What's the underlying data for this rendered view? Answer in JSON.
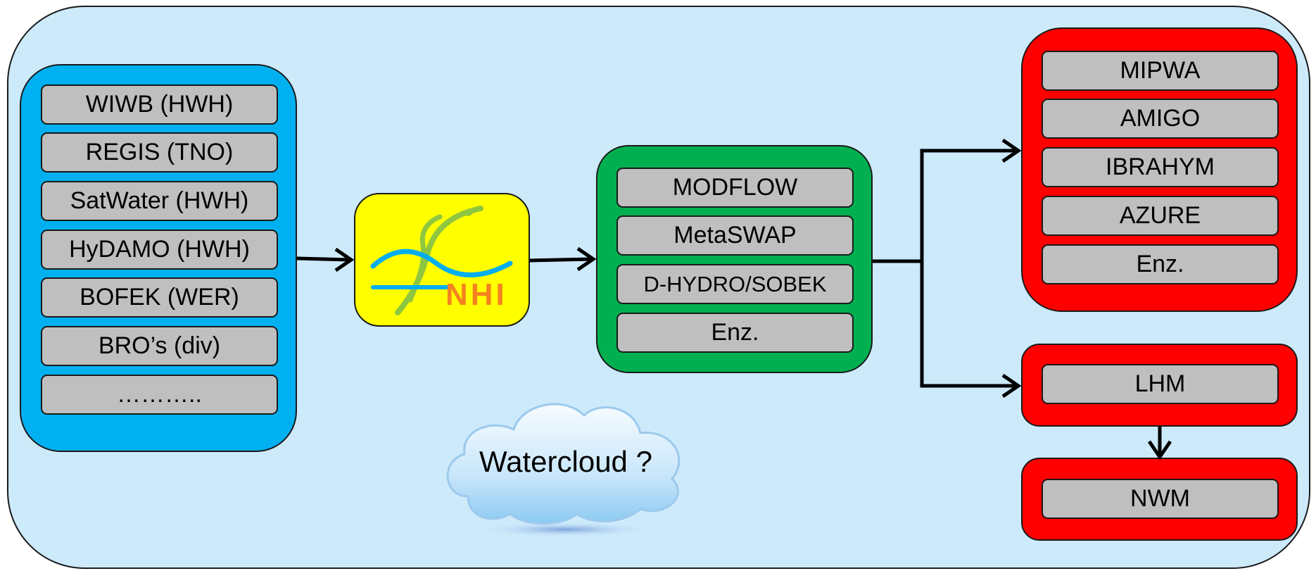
{
  "sources": [
    "WIWB (HWH)",
    "REGIS (TNO)",
    "SatWater  (HWH)",
    "HyDAMO (HWH)",
    "BOFEK  (WER)",
    "BRO’s (div)",
    "……….."
  ],
  "logo": {
    "text": "NHI"
  },
  "models": [
    "MODFLOW",
    "MetaSWAP",
    "D-HYDRO/SOBEK",
    "Enz."
  ],
  "applications": [
    "MIPWA",
    "AMIGO",
    "IBRAHYM",
    "AZURE",
    "Enz."
  ],
  "lhm": "LHM",
  "nwm": "NWM",
  "cloud_label": "Watercloud ?",
  "colors": {
    "background": "#cdeafb",
    "sources": "#00b0f0",
    "logo": "#ffff00",
    "models": "#00b050",
    "applications": "#ff0000",
    "item": "#bfbfbf"
  }
}
